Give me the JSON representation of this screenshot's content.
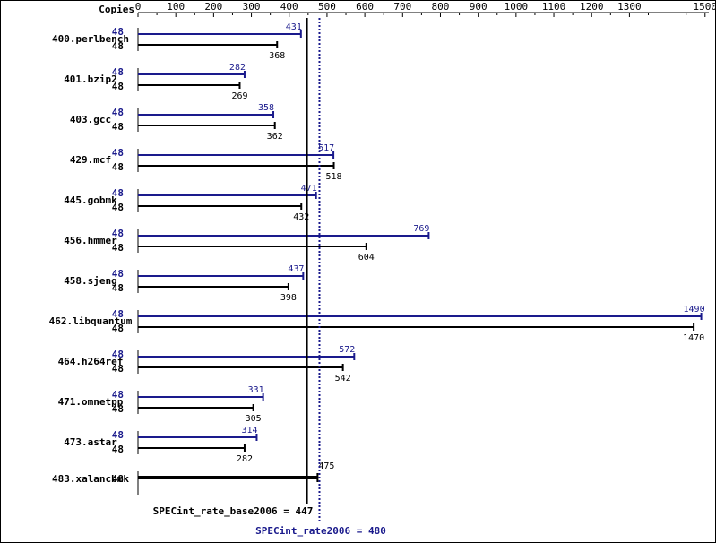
{
  "chart_data": {
    "type": "bar",
    "header_label": "Copies",
    "ticks": [
      0,
      100,
      200,
      300,
      400,
      500,
      600,
      700,
      800,
      900,
      1000,
      1100,
      1200,
      1300,
      1500
    ],
    "xlim": [
      0,
      1510
    ],
    "colors": {
      "peak": "#1a1a8c",
      "base": "#000000",
      "frame": "#000000"
    },
    "series": [
      {
        "name": "SPECint_rate2006",
        "color": "#1a1a8c"
      },
      {
        "name": "SPECint_rate_base2006",
        "color": "#000000"
      }
    ],
    "benchmarks": [
      {
        "name": "400.perlbench",
        "peak_copies": "48",
        "base_copies": "48",
        "peak": 431,
        "base": 368
      },
      {
        "name": "401.bzip2",
        "peak_copies": "48",
        "base_copies": "48",
        "peak": 282,
        "base": 269
      },
      {
        "name": "403.gcc",
        "peak_copies": "48",
        "base_copies": "48",
        "peak": 358,
        "base": 362
      },
      {
        "name": "429.mcf",
        "peak_copies": "48",
        "base_copies": "48",
        "peak": 517,
        "base": 518
      },
      {
        "name": "445.gobmk",
        "peak_copies": "48",
        "base_copies": "48",
        "peak": 471,
        "base": 432
      },
      {
        "name": "456.hmmer",
        "peak_copies": "48",
        "base_copies": "48",
        "peak": 769,
        "base": 604
      },
      {
        "name": "458.sjeng",
        "peak_copies": "48",
        "base_copies": "48",
        "peak": 437,
        "base": 398
      },
      {
        "name": "462.libquantum",
        "peak_copies": "48",
        "base_copies": "48",
        "peak": 1490,
        "base": 1470
      },
      {
        "name": "464.h264ref",
        "peak_copies": "48",
        "base_copies": "48",
        "peak": 572,
        "base": 542
      },
      {
        "name": "471.omnetpp",
        "peak_copies": "48",
        "base_copies": "48",
        "peak": 331,
        "base": 305
      },
      {
        "name": "473.astar",
        "peak_copies": "48",
        "base_copies": "48",
        "peak": 314,
        "base": 282
      },
      {
        "name": "483.xalancbmk",
        "copies": "48",
        "value": 475,
        "combined": true
      }
    ],
    "base_summary": {
      "label": "SPECint_rate_base2006 = 447",
      "value": 447
    },
    "peak_summary": {
      "label": "SPECint_rate2006 = 480",
      "value": 480
    }
  }
}
